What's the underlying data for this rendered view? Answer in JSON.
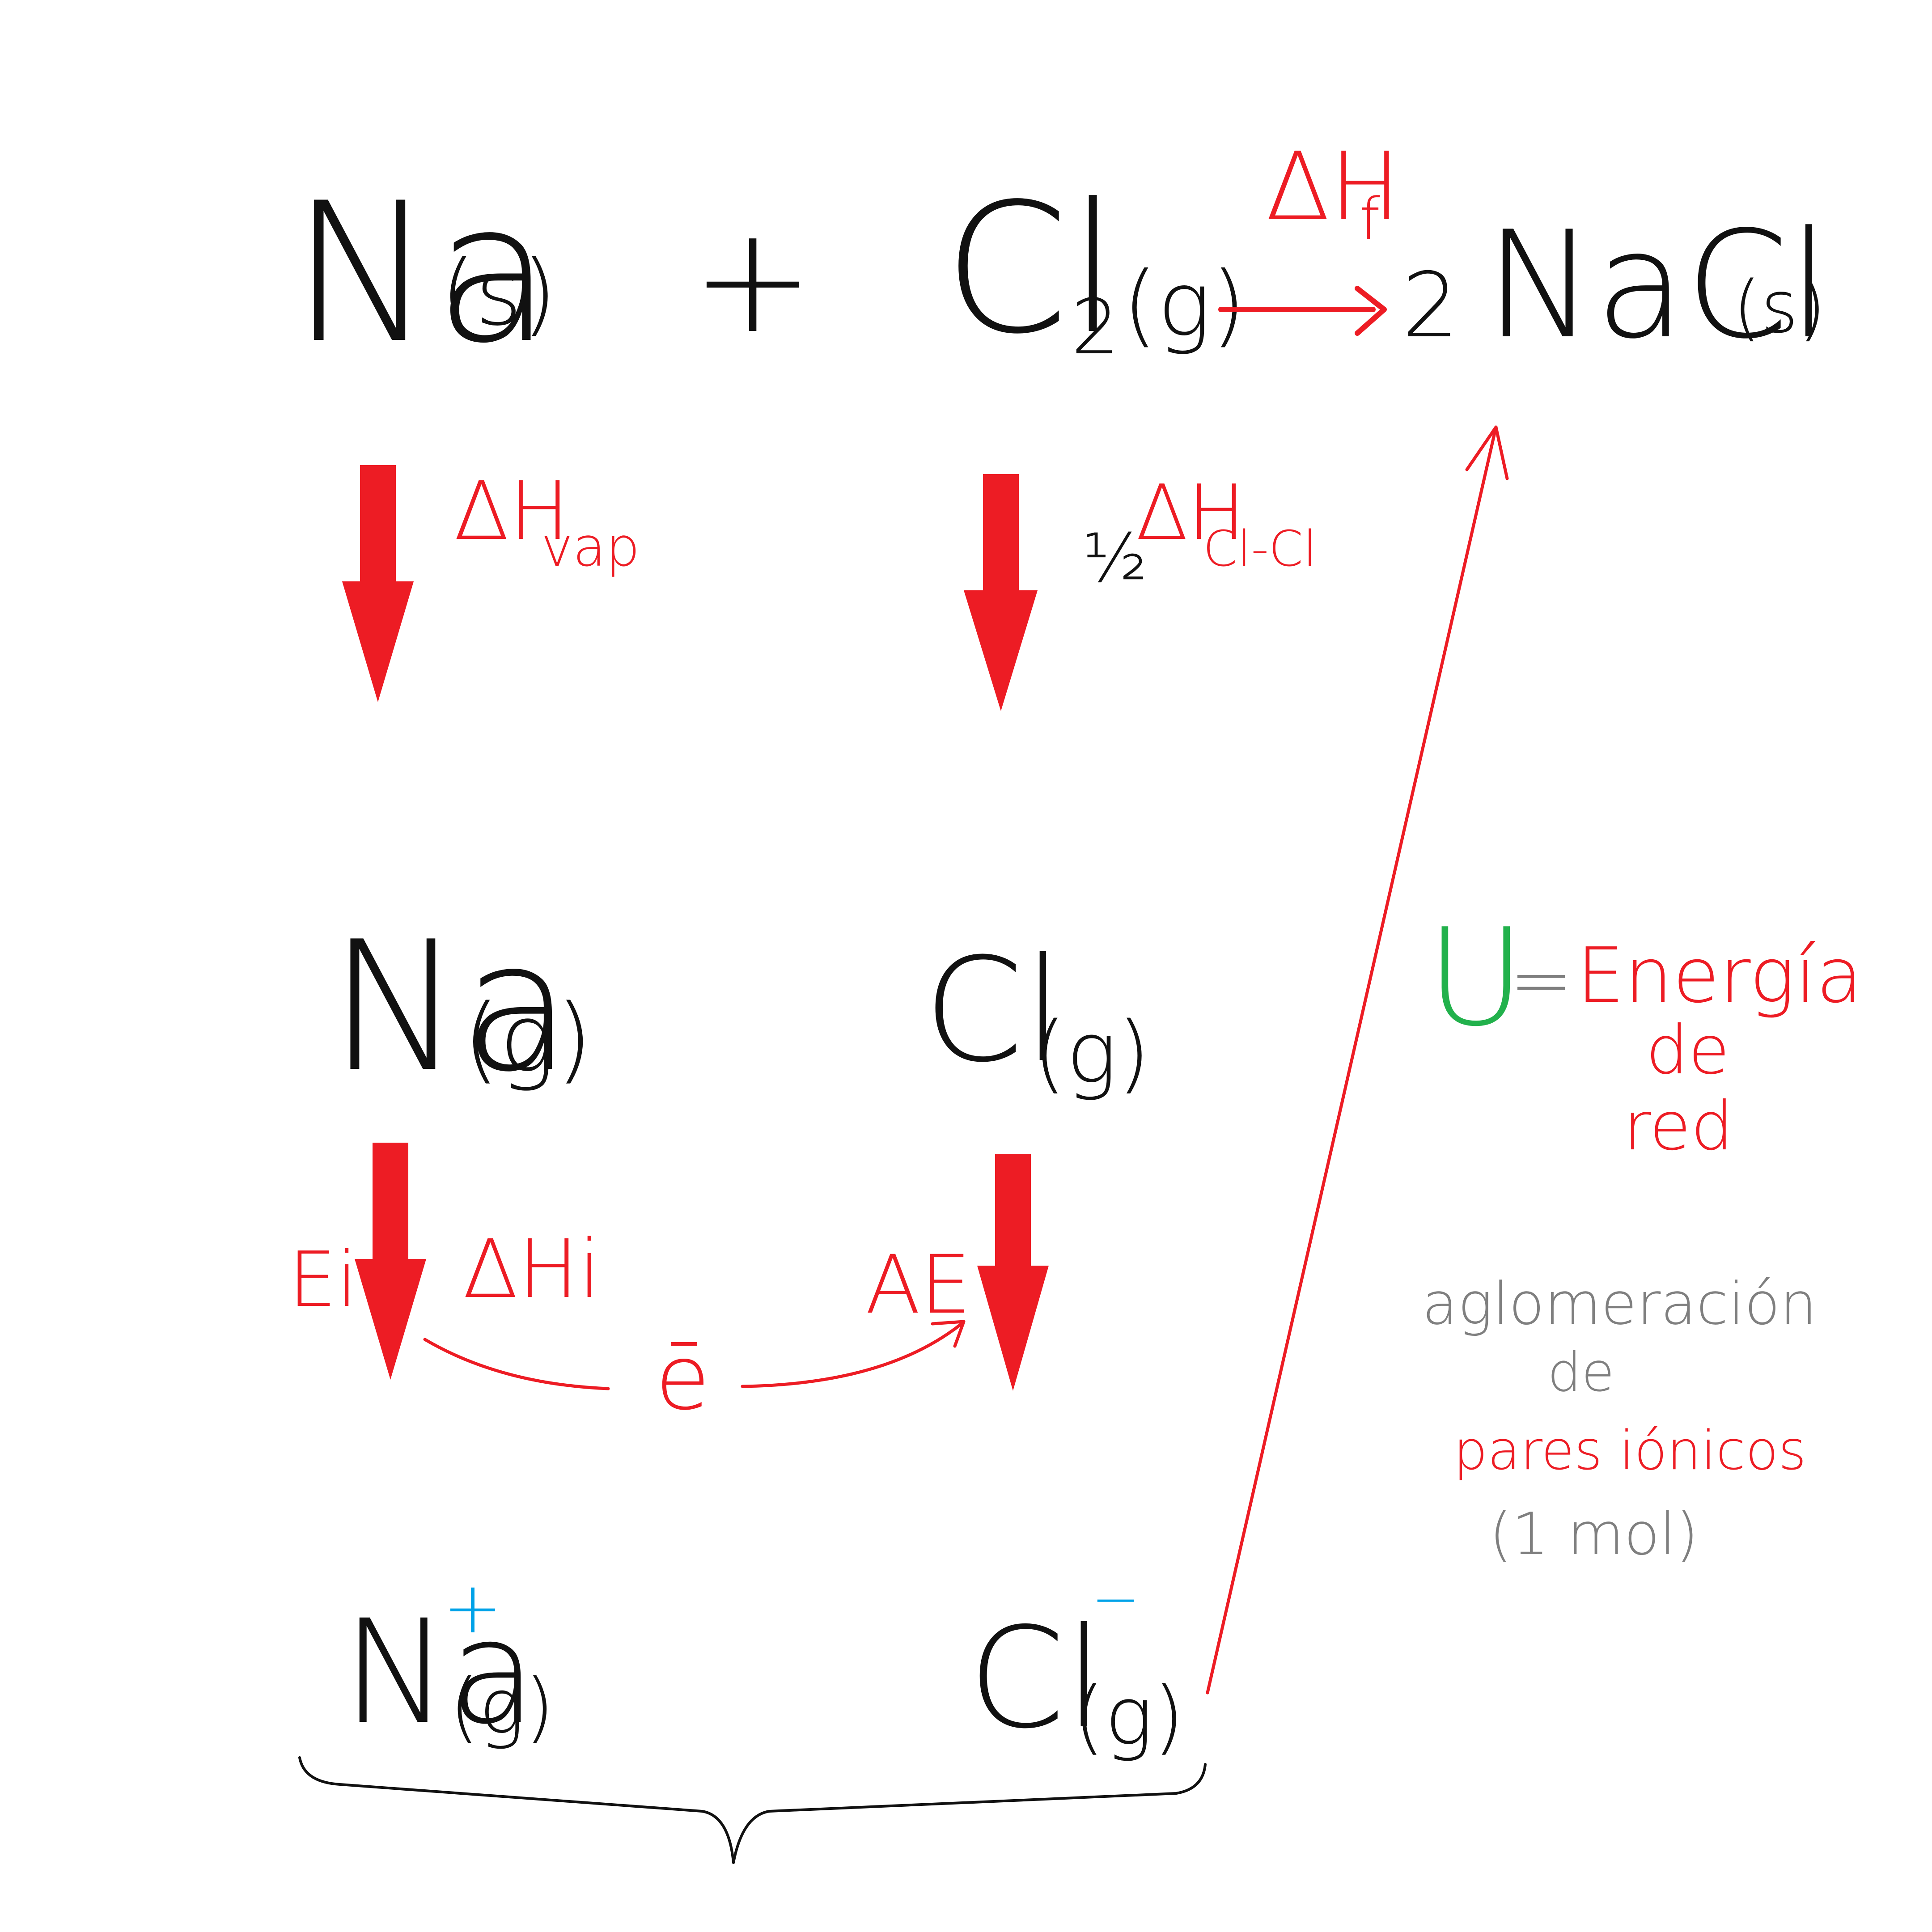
{
  "colors": {
    "ink": "#111111",
    "accent": "#ed1c24",
    "lattice_symbol": "#22b14c",
    "note": "#7f7f7f",
    "charge": "#00a2e8"
  },
  "row1": {
    "na_main": "Na",
    "na_sub": "(s)",
    "plus": "+",
    "cl_main": "Cl",
    "cl_sub_num": "2",
    "cl_sub_state": "(g)",
    "coef": "2",
    "nacl_main": "NaCl",
    "nacl_sub": "(s)",
    "dhf_main": "ΔH",
    "dhf_sub": "f"
  },
  "step_labels": {
    "vap_main": "ΔH",
    "vap_sub": "vap",
    "half": "½",
    "bond_main": "ΔH",
    "bond_sub": "Cl-Cl",
    "ei": "Ei",
    "dhi": "ΔHi",
    "ae": "AE",
    "electron": "ē"
  },
  "row2": {
    "na_main": "Na",
    "na_sub": "(g)",
    "cl_main": "Cl",
    "cl_sub": "(g)"
  },
  "row3": {
    "na_main": "Na",
    "na_charge": "+",
    "na_sub": "(g)",
    "cl_main": "Cl",
    "cl_charge": "−",
    "cl_sub": "(g)"
  },
  "lattice": {
    "symbol": "U",
    "equals": "=",
    "line1": "Energía",
    "line2": "de",
    "line3": "red"
  },
  "note": {
    "line1": "aglomeración",
    "line2": "de",
    "line3": "pares iónicos",
    "line4": "(1 mol)"
  }
}
